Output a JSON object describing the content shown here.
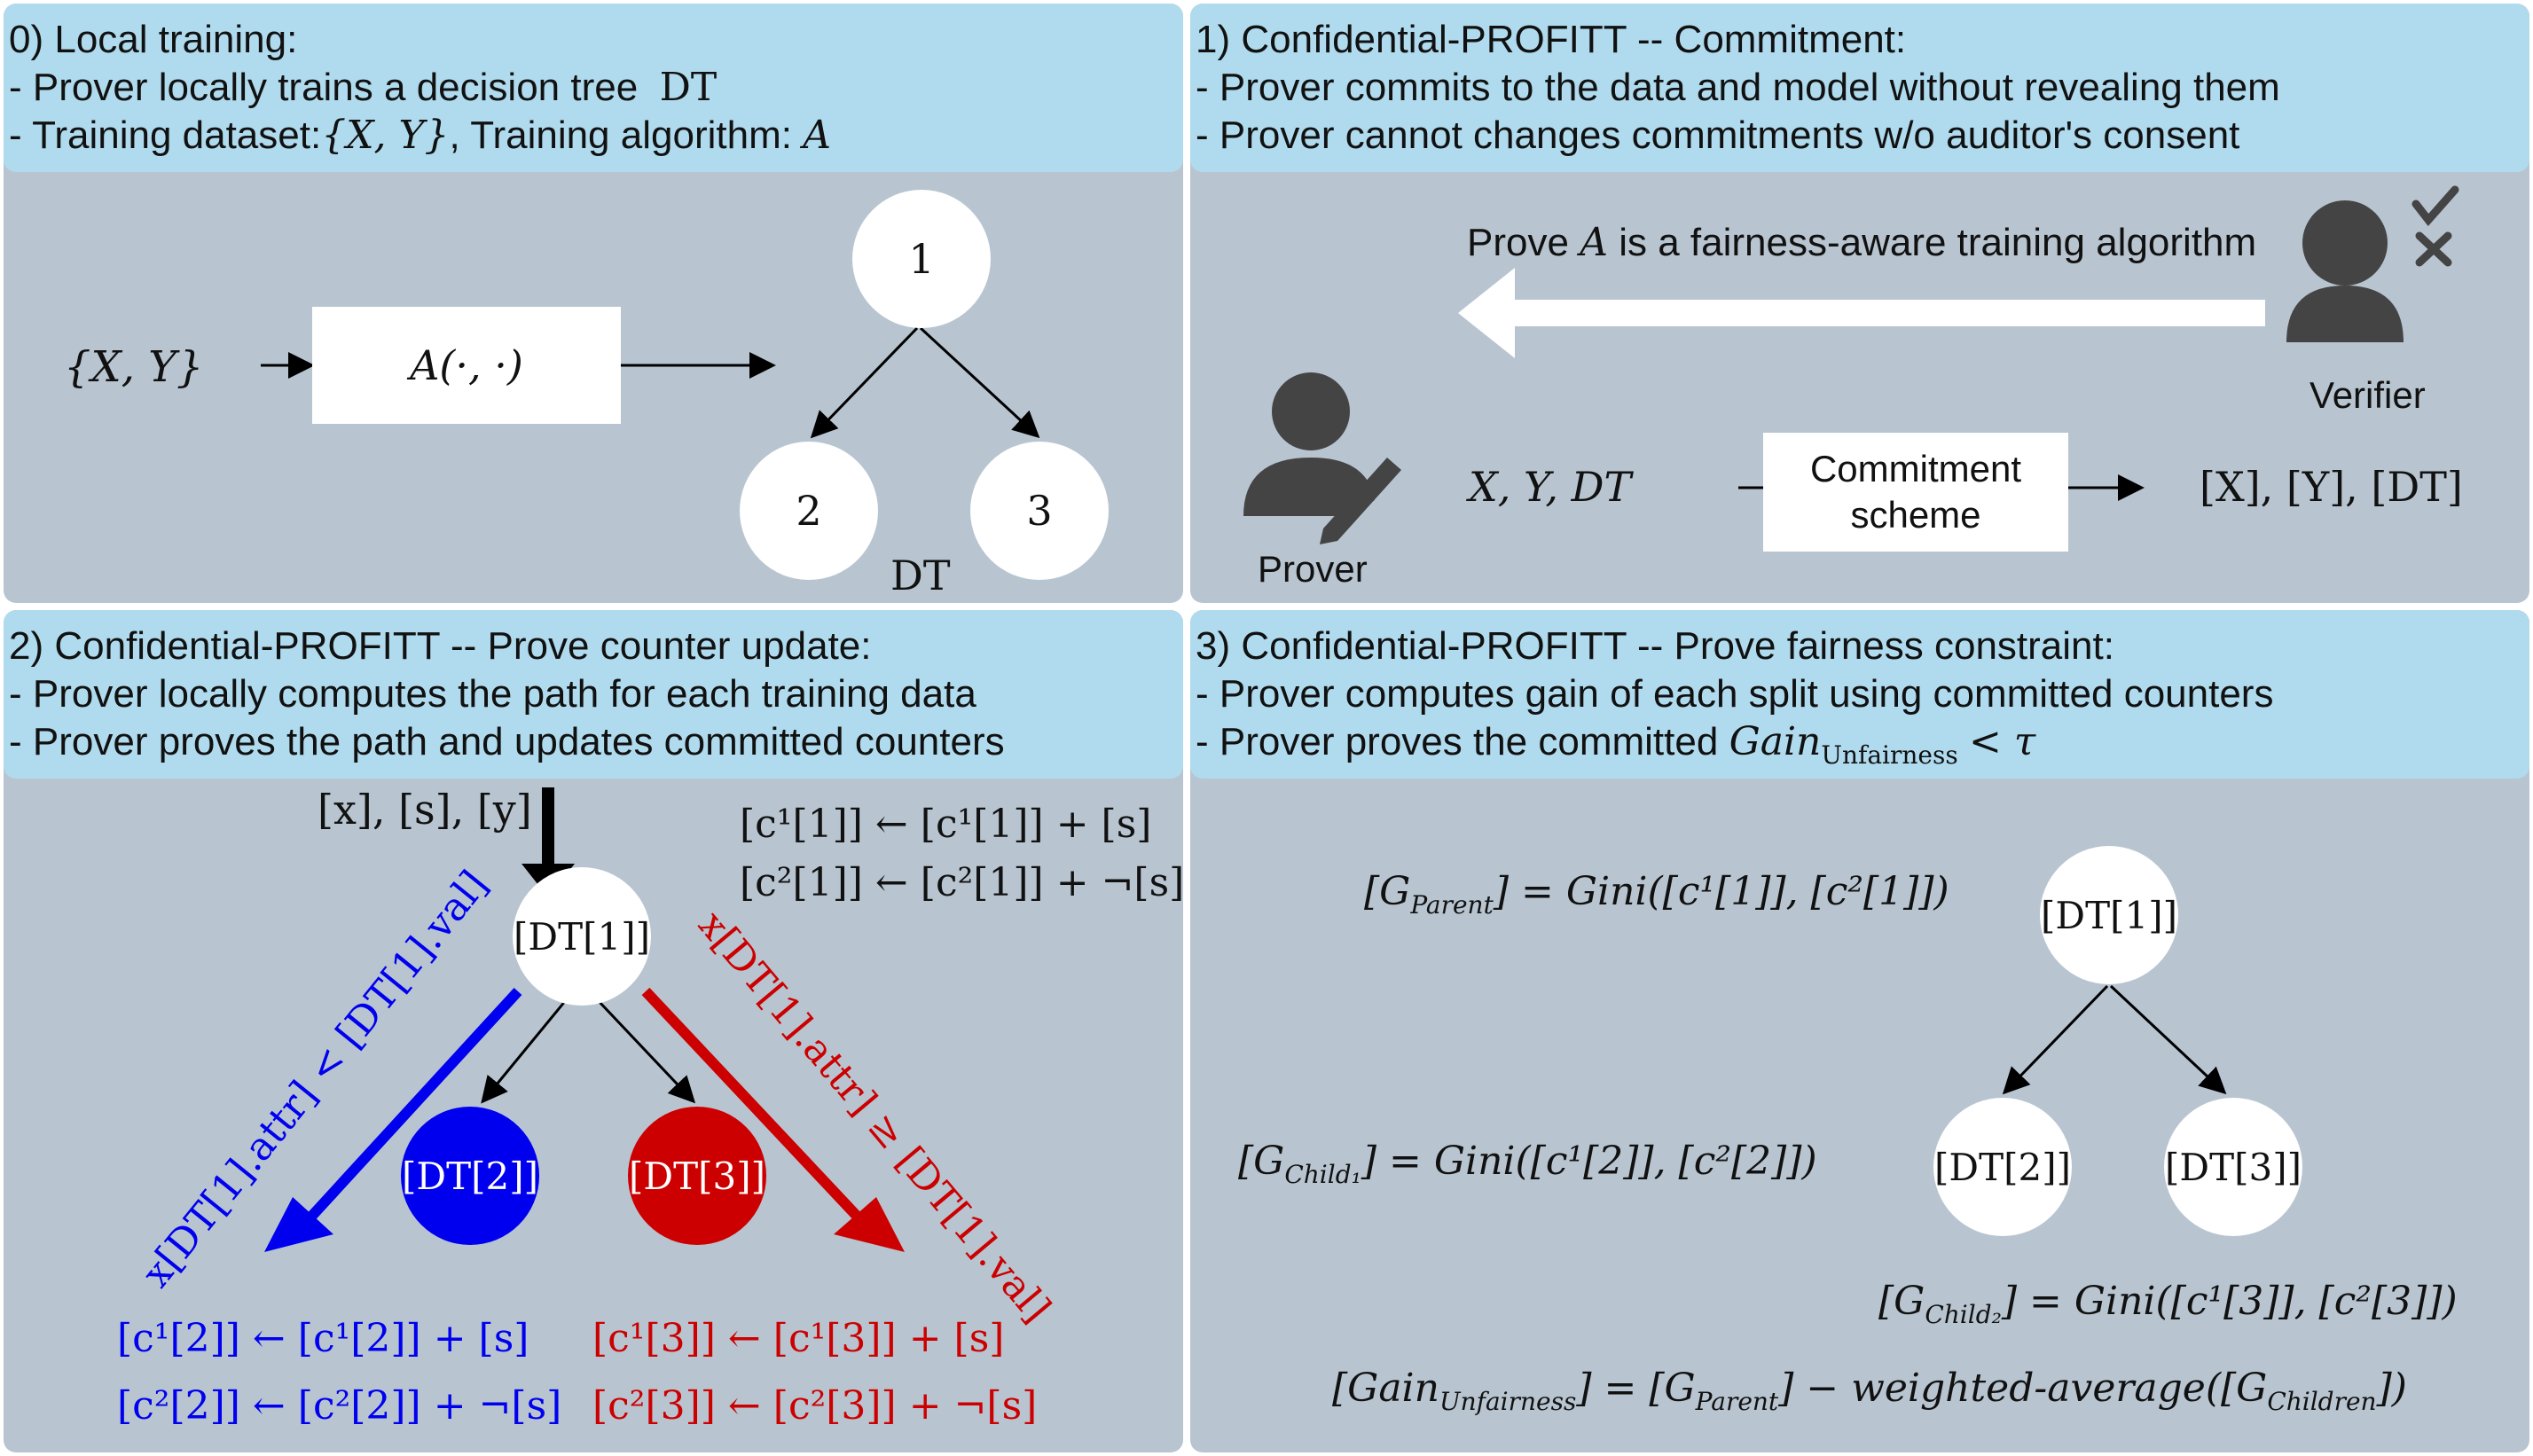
{
  "panel0": {
    "title": "0) Local training:",
    "line1": "- Prover locally trains a decision tree",
    "line1_math": "DT",
    "line2": "- Training dataset:",
    "line2_math": "{X, Y}",
    "line2b": ", Training algorithm:",
    "line2b_math": "A",
    "input": "{X, Y}",
    "algorithm": "A(·, ·)",
    "node1": "1",
    "node2": "2",
    "node3": "3",
    "tree_label": "DT"
  },
  "panel1": {
    "title": "1) Confidential-PROFITT -- Commitment:",
    "line1": "- Prover commits to the data and model without revealing them",
    "line2": "- Prover cannot changes commitments w/o auditor's consent",
    "prove_pre": "Prove",
    "prove_math": "A",
    "prove_post": "is a fairness-aware training algorithm",
    "verifier": "Verifier",
    "prover": "Prover",
    "input": "X, Y, DT",
    "scheme": "Commitment scheme",
    "output": "[X], [Y], [DT]"
  },
  "panel2": {
    "title": "2) Confidential-PROFITT -- Prove counter update:",
    "line1": "- Prover locally computes the path for each training data",
    "line2": "- Prover proves the path and updates committed counters",
    "input": "[x], [s], [y]",
    "root_update1": "[c¹[1]] ← [c¹[1]] + [s]",
    "root_update2": "[c²[1]] ← [c²[1]] + ¬[s]",
    "root": "[DT[1]]",
    "left": "[DT[2]]",
    "right": "[DT[3]]",
    "left_cond": "x[DT[1].attr] < [DT[1].val]",
    "right_cond": "x[DT[1].attr] ≥ [DT[1].val]",
    "left_update1": "[c¹[2]] ← [c¹[2]] + [s]",
    "left_update2": "[c²[2]] ← [c²[2]] + ¬[s]",
    "right_update1": "[c¹[3]] ← [c¹[3]] + [s]",
    "right_update2": "[c²[3]] ← [c²[3]] + ¬[s]"
  },
  "panel3": {
    "title": "3) Confidential-PROFITT -- Prove fairness constraint:",
    "line1": "- Prover computes gain of each split using committed counters",
    "line2": "- Prover proves the committed",
    "line2_math": "Gain",
    "line2_sub": "Unfairness",
    "line2_tail": "< τ",
    "g_parent": "[G",
    "g_parent_sub": "Parent",
    "g_parent_rhs": "] = Gini([c¹[1]], [c²[1]])",
    "g_child1": "[G",
    "g_child1_sub": "Child₁",
    "g_child1_rhs": "] = Gini([c¹[2]], [c²[2]])",
    "g_child2": "[G",
    "g_child2_sub": "Child₂",
    "g_child2_rhs": "] = Gini([c¹[3]], [c²[3]])",
    "gain": "[Gain",
    "gain_sub": "Unfairness",
    "gain_mid": "] = [G",
    "gain_mid_sub": "Parent",
    "gain_rhs": "] − weighted-average([G",
    "gain_rhs_sub": "Children",
    "gain_end": "])",
    "root": "[DT[1]]",
    "left": "[DT[2]]",
    "right": "[DT[3]]"
  },
  "colors": {
    "panel": "#b8c5d0",
    "banner": "#b0dbee",
    "blue": "#0000ee",
    "red": "#cc0000"
  }
}
